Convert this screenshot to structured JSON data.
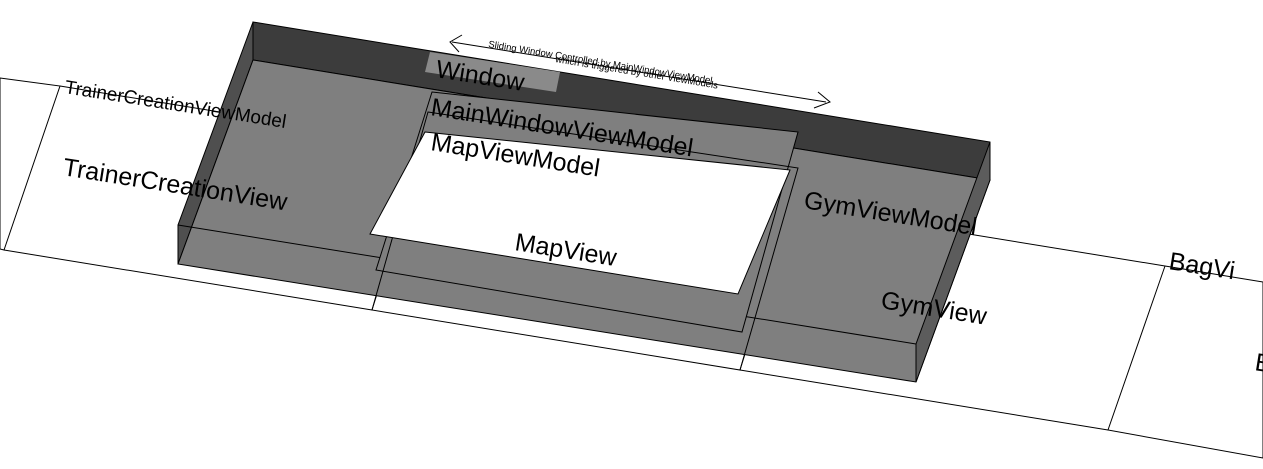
{
  "colors": {
    "background": "#ffffff",
    "window_top": "#3c3c3c",
    "window_side": "#4f4f4f",
    "window_face": "#7f7f7f",
    "window_tab": "#8a8a8a",
    "line": "#000000",
    "panel_fill": "#ffffff"
  },
  "annotation": {
    "line1": "Sliding Window Controlled by MainWindowViewModel",
    "line2": "which is triggered by other ViewModels"
  },
  "labels": {
    "window": "Window",
    "main_window_view_model": "MainWindowViewModel",
    "map_view_model": "MapViewModel",
    "map_view": "MapView",
    "trainer_creation_view_model": "TrainerCreationViewModel",
    "trainer_creation_view": "TrainerCreationView",
    "gym_view_model": "GymViewModel",
    "gym_view": "GymView",
    "bag_view_model": "BagVi",
    "bag_view": "B"
  }
}
